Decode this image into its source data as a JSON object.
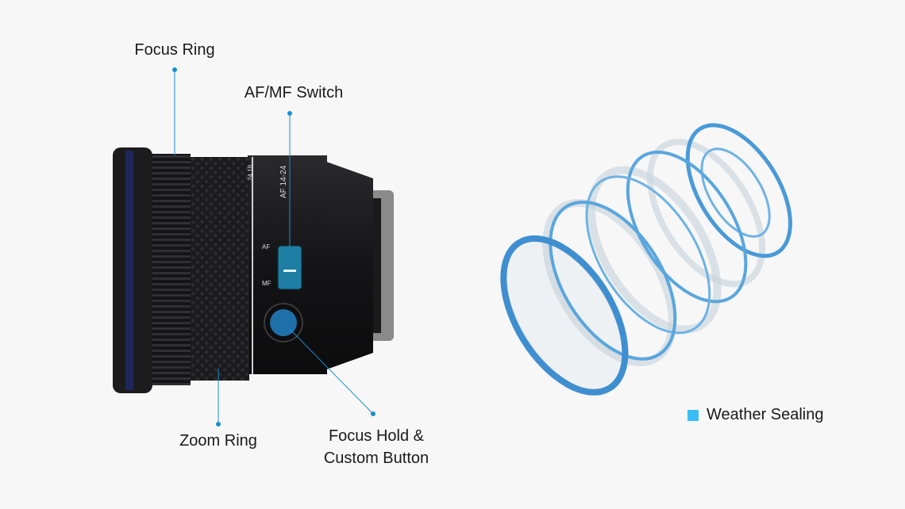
{
  "callouts": {
    "focus_ring": "Focus Ring",
    "af_mf_switch": "AF/MF Switch",
    "zoom_ring": "Zoom Ring",
    "focus_hold_line1": "Focus Hold &",
    "focus_hold_line2": "Custom Button"
  },
  "lens_markings": {
    "model": "AF 14-24",
    "af": "AF",
    "mf": "MF",
    "zoom_scale": "24 18"
  },
  "legend": {
    "weather_sealing": "Weather Sealing",
    "color": "#3cbcf5"
  },
  "colors": {
    "callout_line": "#1a8fd0",
    "switch": "#1f7ea3"
  }
}
